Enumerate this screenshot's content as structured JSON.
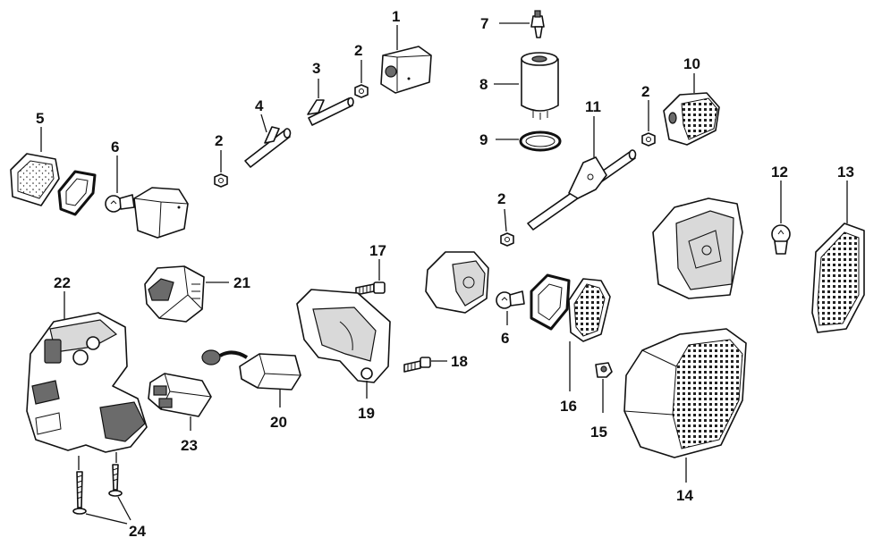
{
  "diagram": {
    "callouts": {
      "c1": "1",
      "c2a": "2",
      "c2b": "2",
      "c2c": "2",
      "c2d": "2",
      "c3": "3",
      "c4": "4",
      "c5": "5",
      "c6a": "6",
      "c6b": "6",
      "c7": "7",
      "c8": "8",
      "c9": "9",
      "c10": "10",
      "c11": "11",
      "c12": "12",
      "c13": "13",
      "c14": "14",
      "c15": "15",
      "c16": "16",
      "c17": "17",
      "c18": "18",
      "c19": "19",
      "c20": "20",
      "c21": "21",
      "c22": "22",
      "c23": "23",
      "c24": "24"
    }
  }
}
